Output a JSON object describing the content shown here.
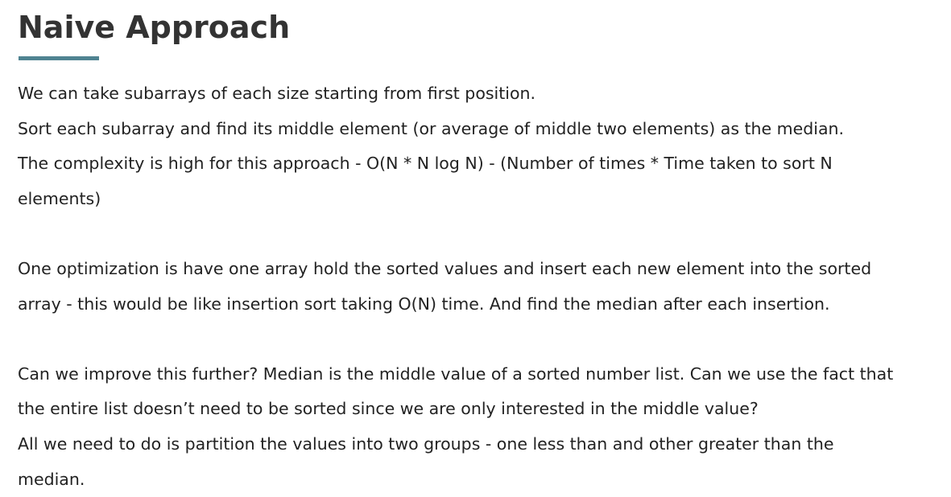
{
  "heading": {
    "title": "Naive Approach",
    "accent_color": "#4f8391"
  },
  "paragraphs": [
    {
      "lines": [
        "We can take subarrays of each size starting from first position.",
        "Sort each subarray and find its middle element (or average of middle two elements) as the median.",
        "The complexity is high for this approach - O(N * N log N) - (Number of times * Time taken to sort N",
        "elements)"
      ]
    },
    {
      "lines": [
        "One optimization is have one array hold the sorted values and insert each new element into the sorted",
        "array - this would be like insertion sort taking O(N) time. And find the median after each insertion."
      ]
    },
    {
      "lines": [
        "Can we improve this further? Median is the middle value of a sorted number list. Can we use the fact that",
        "the entire list doesn’t need to be sorted since we are only interested in the middle value?",
        "All we need to do is partition the values into two groups - one less than and other greater than the",
        "median."
      ]
    }
  ]
}
